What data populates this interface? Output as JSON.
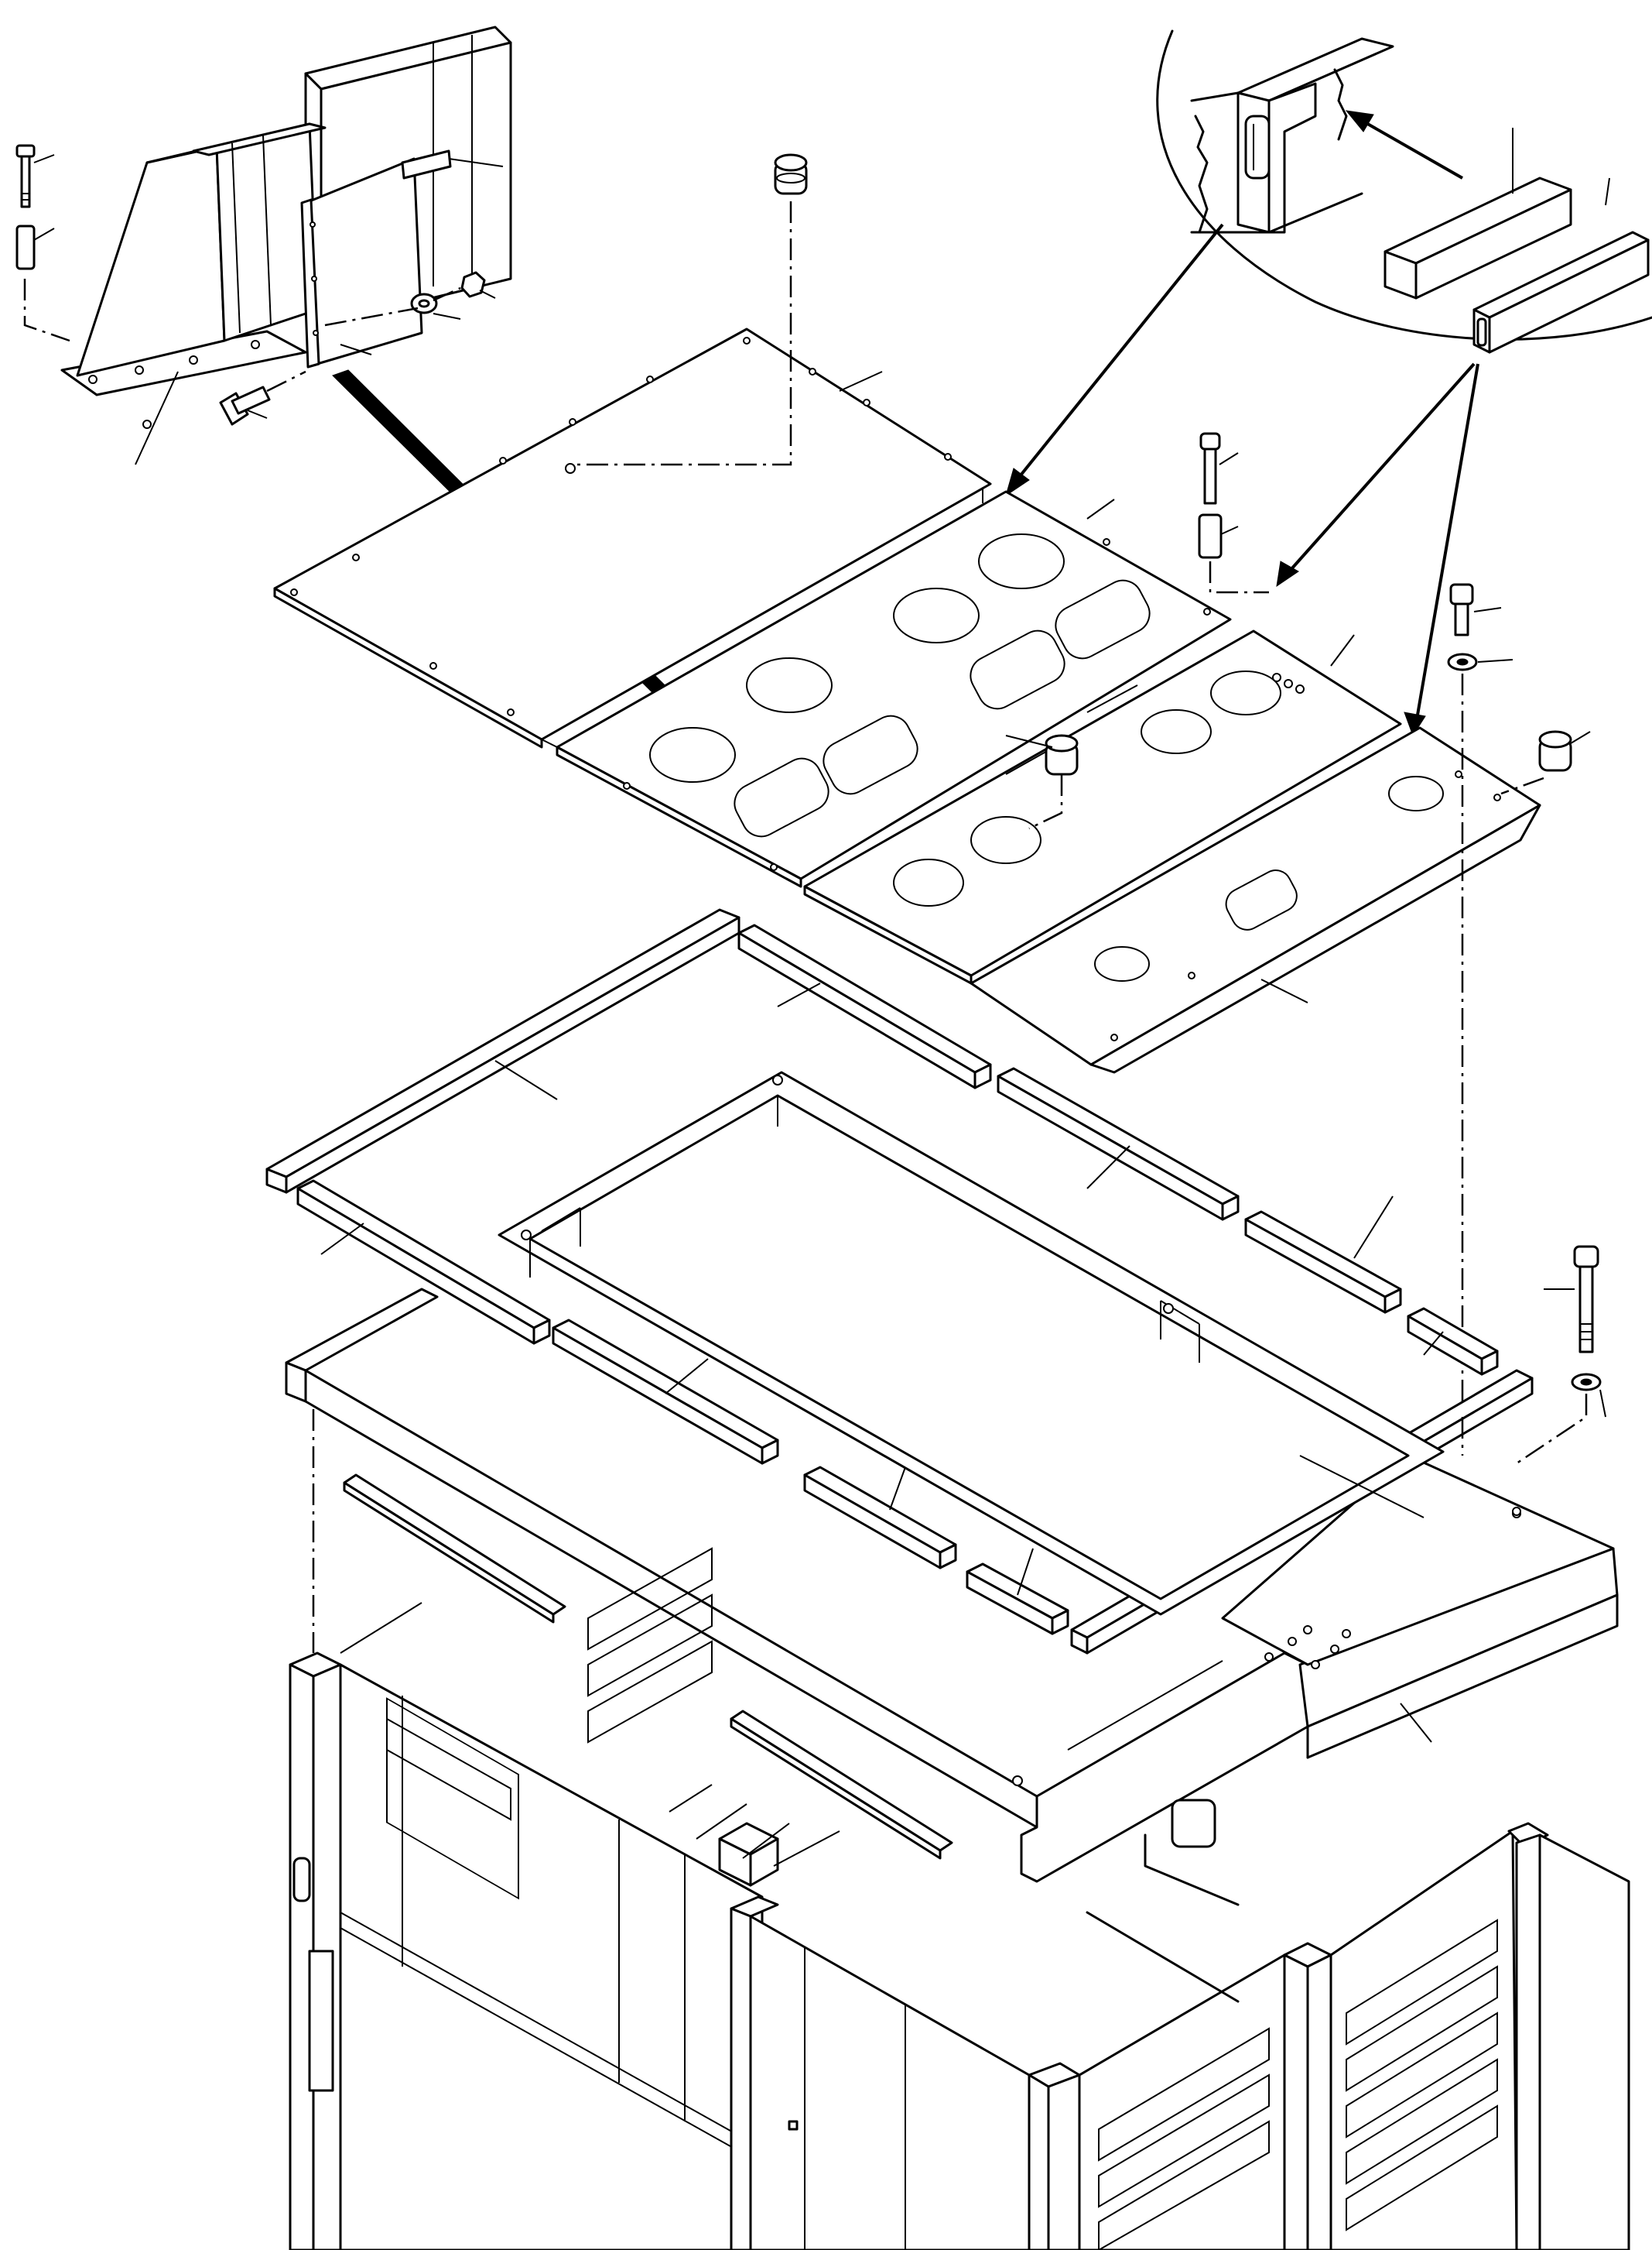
{
  "figure": {
    "kind": "exploded-view parts illustration",
    "colors": {
      "line": "#000000",
      "background": "#ffffff"
    },
    "components": [
      "air-intake-duct",
      "bolt",
      "spacer",
      "washer",
      "nut",
      "grommet",
      "roof-panel-left",
      "roof-panel-center",
      "roof-panel-right",
      "roof-panel-end",
      "gasket-detail",
      "gasket-strip",
      "seal-strip",
      "roof-frame",
      "cab-body"
    ]
  }
}
